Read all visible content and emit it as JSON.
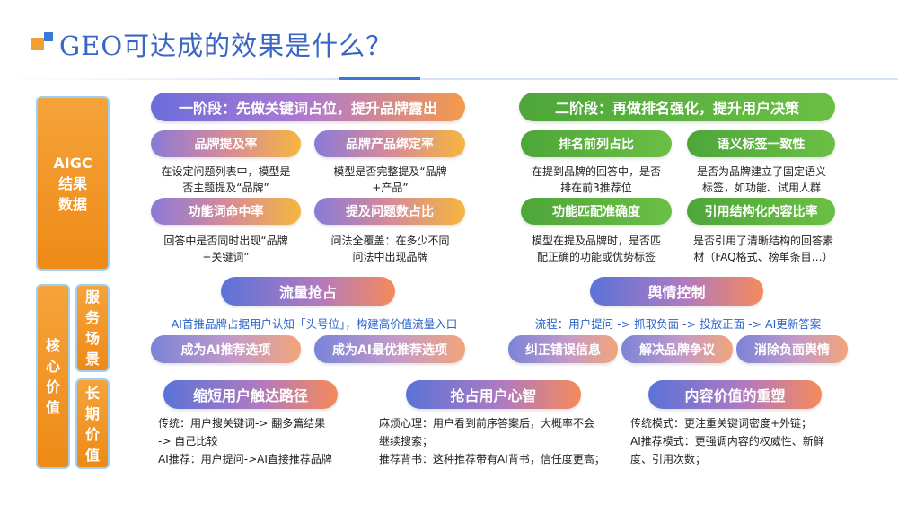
{
  "title": "GEO可达成的效果是什么？",
  "side": {
    "aigc": [
      "AIGC",
      "结果",
      "数据"
    ],
    "core": [
      "核",
      "心",
      "价",
      "值"
    ],
    "service": [
      "服",
      "务",
      "场",
      "景"
    ],
    "longterm": [
      "长",
      "期",
      "价",
      "值"
    ]
  },
  "stage1": {
    "header": "一阶段：先做关键词占位，提升品牌露出",
    "items": [
      {
        "label": "品牌提及率",
        "desc1": "在设定问题列表中，模型是",
        "desc2": "否主题提及“品牌”"
      },
      {
        "label": "品牌产品绑定率",
        "desc1": "模型是否完整提及“品牌",
        "desc2": "+产品”"
      },
      {
        "label": "功能词命中率",
        "desc1": "回答中是否同时出现“品牌",
        "desc2": "+关键词”"
      },
      {
        "label": "提及问题数占比",
        "desc1": "问法全覆盖：在多少不同",
        "desc2": "问法中出现品牌"
      }
    ]
  },
  "stage2": {
    "header": "二阶段：再做排名强化，提升用户决策",
    "items": [
      {
        "label": "排名前列占比",
        "desc1": "在提到品牌的回答中，是否",
        "desc2": "排在前3推荐位"
      },
      {
        "label": "语义标签一致性",
        "desc1": "是否为品牌建立了固定语义",
        "desc2": "标签，如功能、试用人群"
      },
      {
        "label": "功能匹配准确度",
        "desc1": "模型在提及品牌时，是否匹",
        "desc2": "配正确的功能或优势标签"
      },
      {
        "label": "引用结构化内容比率",
        "desc1": "是否引用了清晰结构的回答素",
        "desc2": "材（FAQ格式、榜单条目…）"
      }
    ]
  },
  "service": {
    "traffic": {
      "label": "流量抢占",
      "text": "AI首推品牌占据用户认知「头号位」，构建高价值流量入口",
      "options": [
        "成为AI推荐选项",
        "成为AI最优推荐选项"
      ]
    },
    "opinion": {
      "label": "舆情控制",
      "text": "流程：用户提问 -> 抓取负面 -> 投放正面 -> AI更新答案",
      "options": [
        "纠正错误信息",
        "解决品牌争议",
        "消除负面舆情"
      ]
    }
  },
  "longterm": [
    {
      "label": "缩短用户触达路径",
      "lines": [
        "传统：用户搜关键词-> 翻多篇结果",
        "-> 自己比较",
        "AI推荐：用户提问->AI直接推荐品牌"
      ]
    },
    {
      "label": "抢占用户心智",
      "lines": [
        "麻烦心理：用户看到前序答案后，大概率不会",
        "继续搜索；",
        "推荐背书：这种推荐带有AI背书，信任度更高；"
      ]
    },
    {
      "label": "内容价值的重塑",
      "lines": [
        "传统模式：更注重关键词密度+外链；",
        "AI推荐模式：更强调内容的权威性、新鲜",
        "度、引用次数；"
      ]
    }
  ]
}
